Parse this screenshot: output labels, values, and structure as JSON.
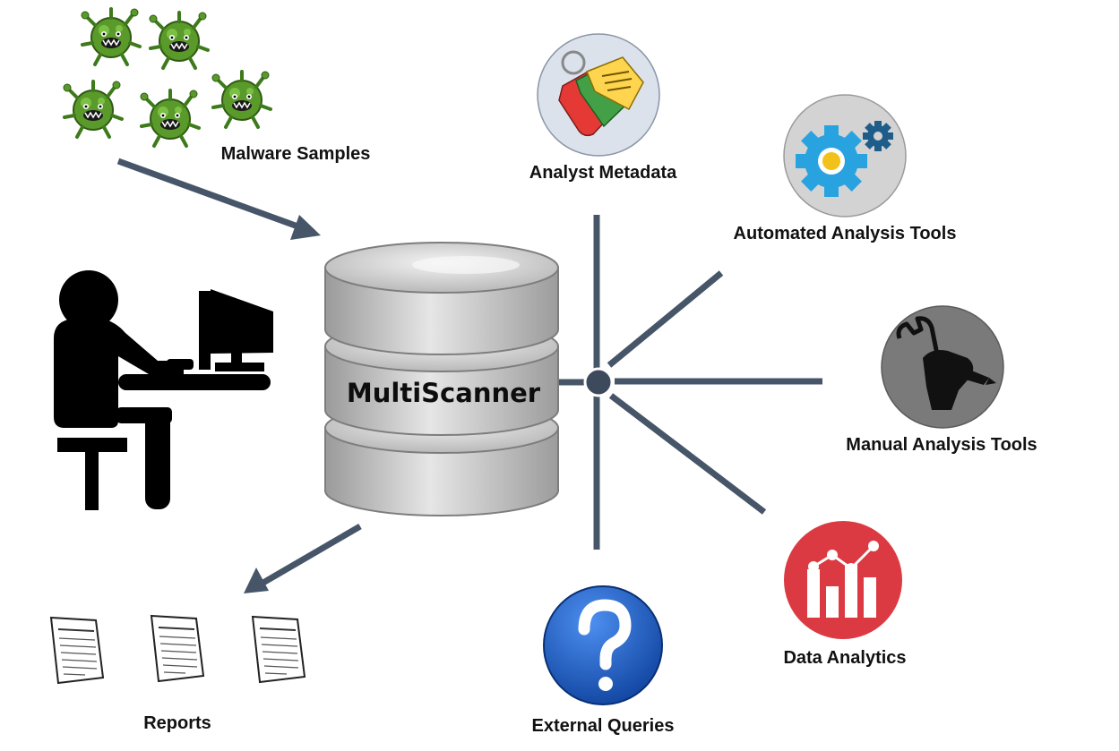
{
  "diagram": {
    "center": "MultiScanner",
    "labels": {
      "malware": "Malware Samples",
      "metadata": "Analyst Metadata",
      "automated": "Automated Analysis Tools",
      "manual": "Manual Analysis Tools",
      "analytics": "Data Analytics",
      "queries": "External Queries",
      "reports": "Reports"
    },
    "icons": {
      "malware": "virus-icon",
      "metadata": "tag-icon",
      "automated": "gear-icon",
      "manual": "wrench-fist-icon",
      "analytics": "bar-chart-icon",
      "queries": "question-icon",
      "reports": "document-icon",
      "analyst": "user-at-computer-icon",
      "database": "database-icon"
    },
    "colors": {
      "connector": "#475569",
      "virus": "#5a9a2a",
      "gear": "#29a3e0",
      "analytics": "#dc3a42",
      "question": "#1e5fc7"
    }
  }
}
